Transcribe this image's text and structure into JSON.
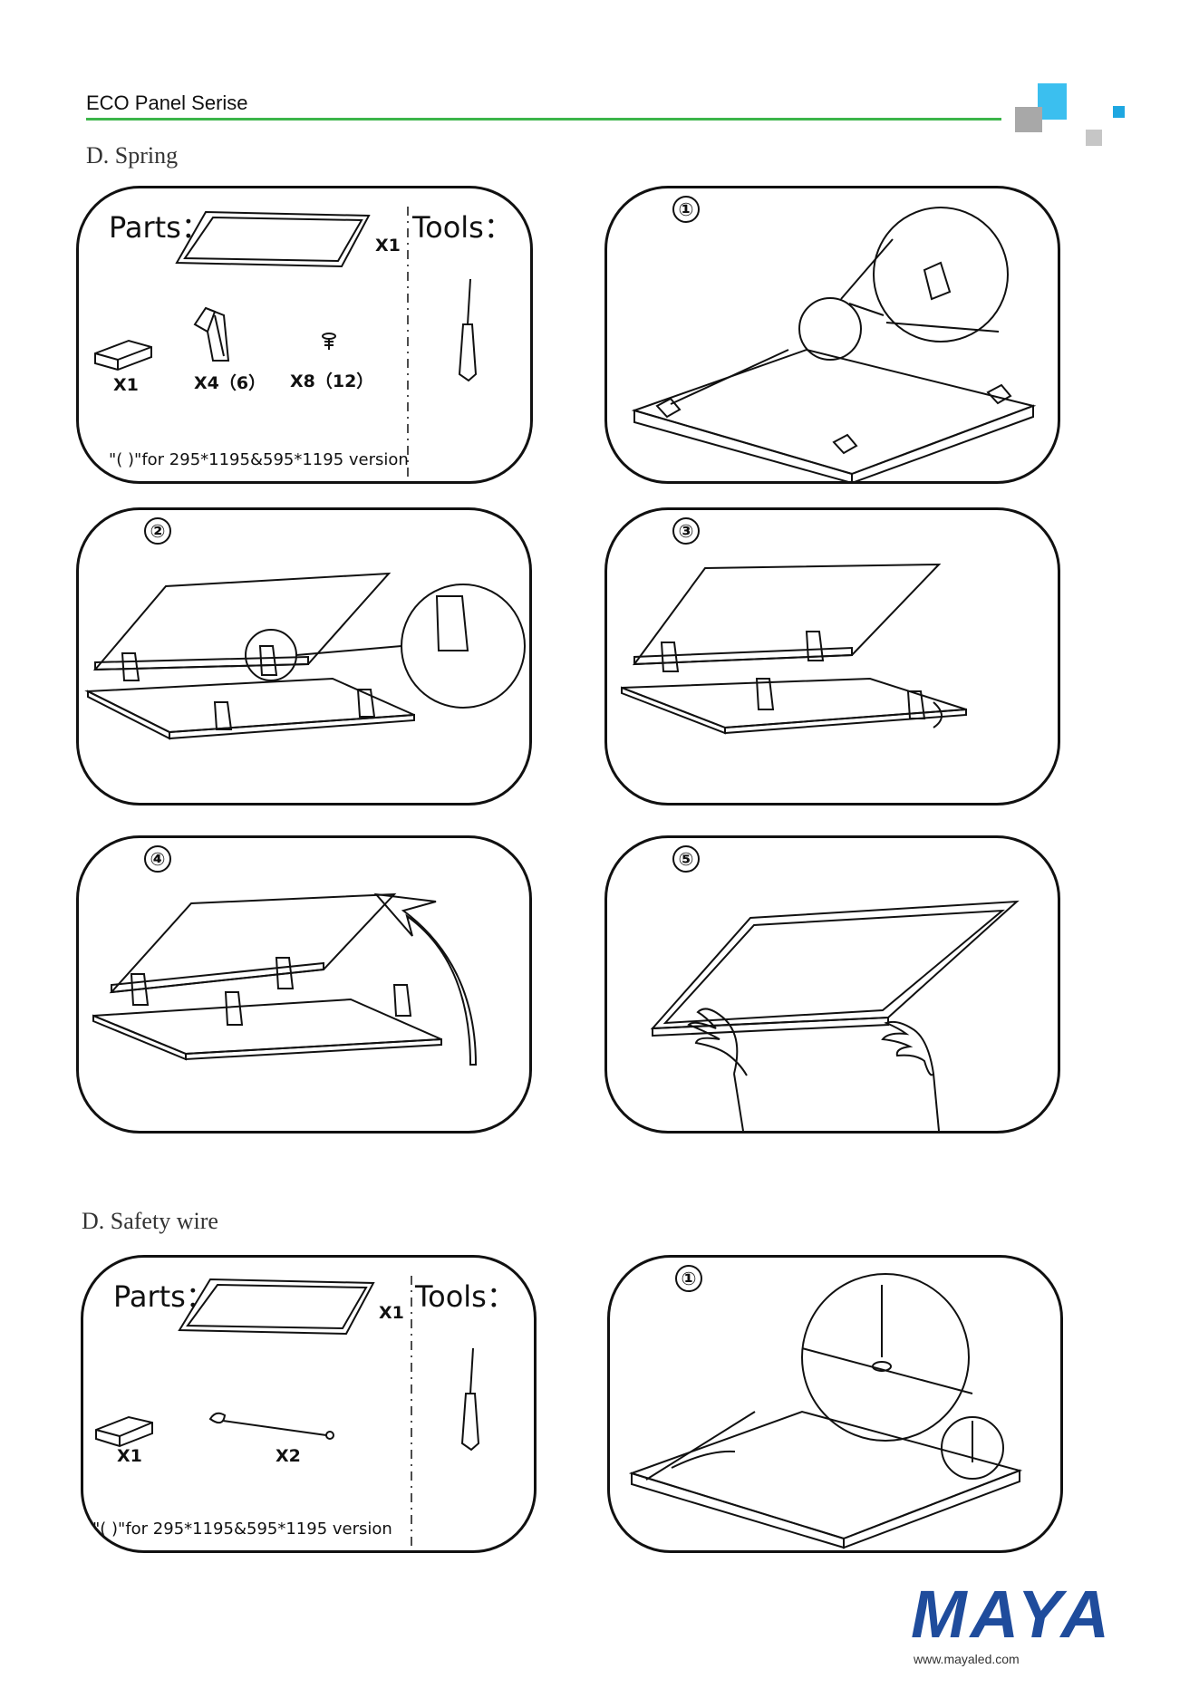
{
  "header": {
    "title": "ECO Panel Serise"
  },
  "brand": {
    "green": "#3cb54a",
    "sky": "#3bbfef",
    "gray": "#a8a8a8",
    "logo_blue": "#1f4c9c"
  },
  "section_spring": {
    "title": "D. Spring",
    "parts": {
      "parts_label": "Parts：",
      "tools_label": "Tools：",
      "panel_qty": "X1",
      "driver_qty": "X1",
      "spring_qty": "X4（6）",
      "screw_qty": "X8（12）",
      "note": "\"( )\"for 295*1195&595*1195 version"
    },
    "steps": [
      "①",
      "②",
      "③",
      "④",
      "⑤"
    ]
  },
  "section_wire": {
    "title": "D. Safety wire",
    "parts": {
      "parts_label": "Parts：",
      "tools_label": "Tools：",
      "panel_qty": "X1",
      "driver_qty": "X1",
      "wire_qty": "X2",
      "note": "\"( )\"for 295*1195&595*1195 version"
    },
    "steps": [
      "①"
    ]
  },
  "footer": {
    "logo_text": "MAYA",
    "url": "www.mayaled.com"
  },
  "icons": [
    "panel-icon",
    "driver-box-icon",
    "spring-clip-icon",
    "screw-icon",
    "screwdriver-icon",
    "safety-wire-icon",
    "hand-icon",
    "arrow-icon"
  ]
}
